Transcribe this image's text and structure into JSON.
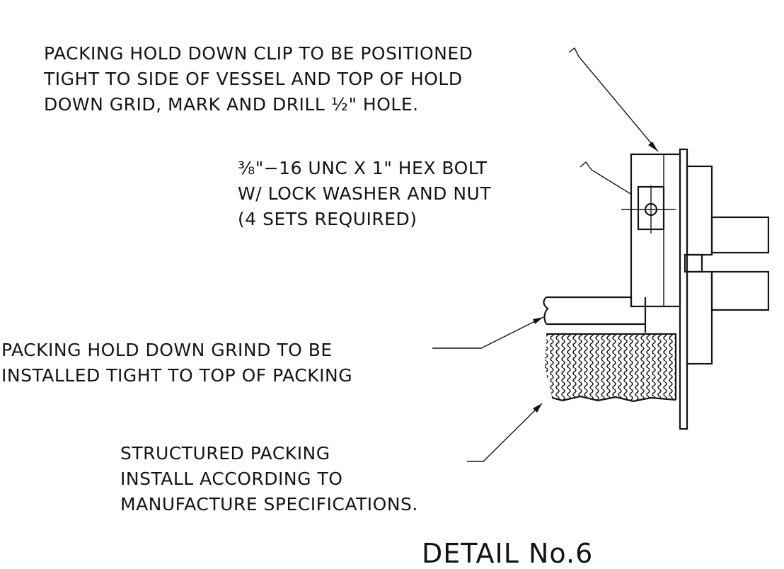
{
  "notes": {
    "clip": [
      "PACKING HOLD DOWN CLIP TO BE POSITIONED",
      "TIGHT TO SIDE OF VESSEL AND TOP OF HOLD",
      "DOWN GRID, MARK AND DRILL ½\" HOLE."
    ],
    "bolt": [
      "⅜\"−16 UNC X 1\" HEX BOLT",
      "W/ LOCK WASHER AND NUT",
      "(4 SETS REQUIRED)"
    ],
    "grid": [
      "PACKING HOLD DOWN GRIND TO BE",
      "INSTALLED TIGHT TO TOP OF PACKING"
    ],
    "packing": [
      "STRUCTURED PACKING",
      "INSTALL ACCORDING TO",
      "MANUFACTURE SPECIFICATIONS."
    ]
  },
  "title": "DETAIL No.6"
}
